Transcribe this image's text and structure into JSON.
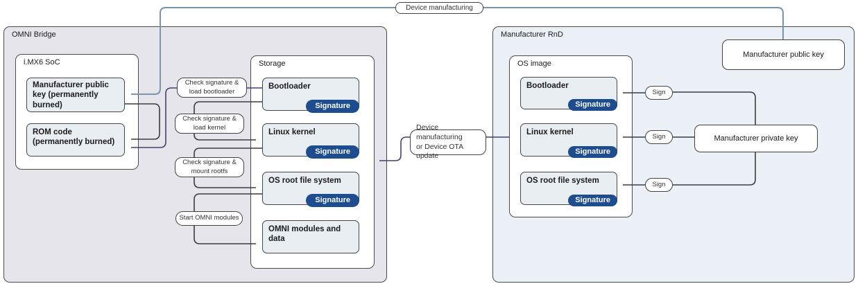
{
  "top_edge": {
    "label": "Device manufacturing"
  },
  "ota_edge": {
    "label": "Device manufacturing\nor Device OTA update"
  },
  "badge_color": "#1d4c8f",
  "edge_colors": {
    "black": "#3b3b3b",
    "purple": "#443f6e",
    "blue": "#7796ad"
  },
  "omni_bridge": {
    "title": "OMNI Bridge",
    "soc": {
      "title": "i.MX6 SoC",
      "boxes": [
        {
          "label": "Manufacturer public key (permanently burned)"
        },
        {
          "label": "ROM code\n (permanently burned)"
        }
      ]
    },
    "storage": {
      "title": "Storage",
      "boxes": [
        {
          "label": "Bootloader",
          "badge": "Signature"
        },
        {
          "label": "Linux kernel",
          "badge": "Signature"
        },
        {
          "label": "OS root file system",
          "badge": "Signature"
        },
        {
          "label": "OMNI modules and data"
        }
      ]
    },
    "step_labels": [
      "Check signature &\nload bootloader",
      "Check signature &\nload kernel",
      "Check signature &\nmount rootfs",
      "Start OMNI modules"
    ]
  },
  "manufacturer_rnd": {
    "title": "Manufacturer RnD",
    "public_key_label": "Manufacturer public key",
    "private_key_label": "Manufacturer private key",
    "os_image": {
      "title": "OS image",
      "boxes": [
        {
          "label": "Bootloader",
          "badge": "Signature"
        },
        {
          "label": "Linux kernel",
          "badge": "Signature"
        },
        {
          "label": "OS root file system",
          "badge": "Signature"
        }
      ]
    },
    "sign_labels": [
      "Sign",
      "Sign",
      "Sign"
    ]
  }
}
